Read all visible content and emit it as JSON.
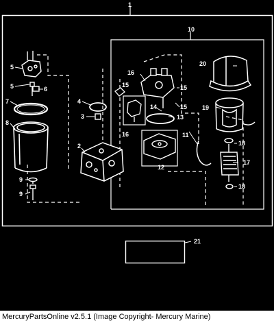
{
  "diagram": {
    "callouts": {
      "c1": "1",
      "c2": "2",
      "c3": "3",
      "c4": "4",
      "c5a": "5",
      "c5b": "5",
      "c6": "6",
      "c7": "7",
      "c8": "8",
      "c9a": "9",
      "c9b": "9",
      "c10": "10",
      "c11": "11",
      "c12": "12",
      "c13": "13",
      "c14": "14",
      "c15a": "15",
      "c15b": "15",
      "c15c": "15",
      "c16a": "16",
      "c16b": "16",
      "c17": "17",
      "c18a": "18",
      "c18b": "18",
      "c19": "19",
      "c20": "20",
      "c21": "21"
    }
  },
  "footer": {
    "text": "MercuryPartsOnline v2.5.1 (Image Copyright- Mercury Marine)"
  },
  "colors": {
    "background": "#000000",
    "line": "#ffffff",
    "footer_bg": "#ffffff",
    "footer_text": "#000000"
  }
}
